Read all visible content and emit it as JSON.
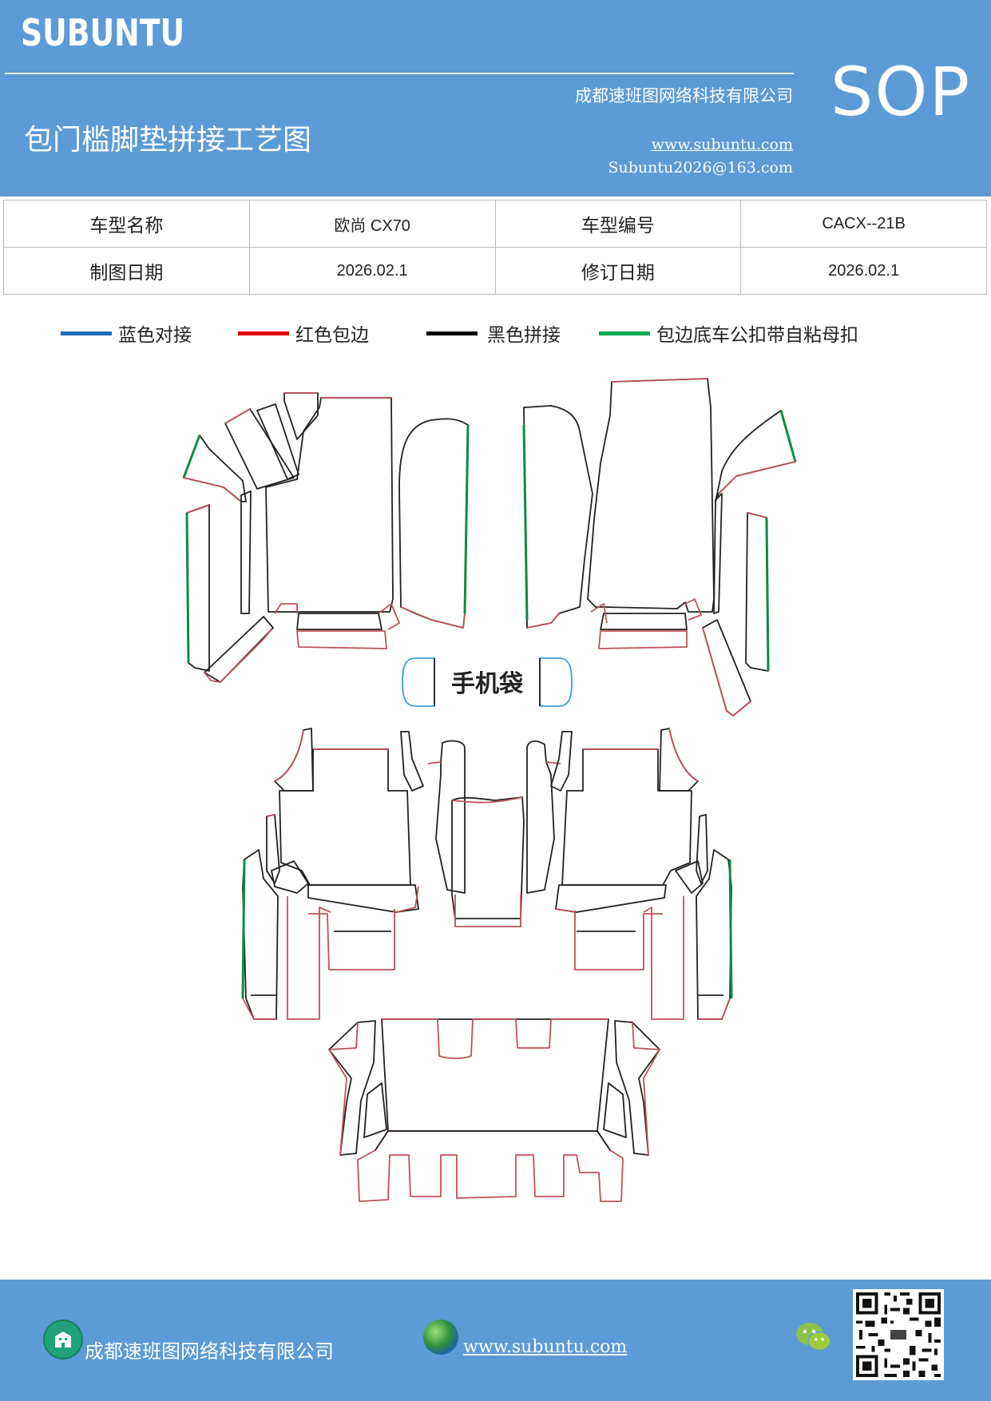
{
  "header": {
    "brand": "SUBUNTU",
    "company": "成都速班图网络科技有限公司",
    "title": "包门槛脚垫拼接工艺图",
    "website": "www.subuntu.com",
    "email": "Subuntu2026@163.com",
    "badge": "SOP"
  },
  "info_table": {
    "rows": [
      [
        "车型名称",
        "欧尚 CX70",
        "车型编号",
        "CACX--21B"
      ],
      [
        "制图日期",
        "2026.02.1",
        "修订日期",
        "2026.02.1"
      ]
    ]
  },
  "legend": [
    {
      "label": "蓝色对接",
      "color": "#1f6fb8"
    },
    {
      "label": "红色包边",
      "color": "#e00000"
    },
    {
      "label": "黑色拼接",
      "color": "#000000"
    },
    {
      "label": "包边底车公扣带自粘母扣",
      "color": "#00a651"
    }
  ],
  "drawing": {
    "phone_pocket_label": "手机袋",
    "colors": {
      "outline": "#222222",
      "edge": "#c0505a",
      "green": "#0e8a46",
      "blue": "#3aa6c4"
    }
  },
  "footer": {
    "company": "成都速班图网络科技有限公司",
    "website": "www.subuntu.com"
  }
}
